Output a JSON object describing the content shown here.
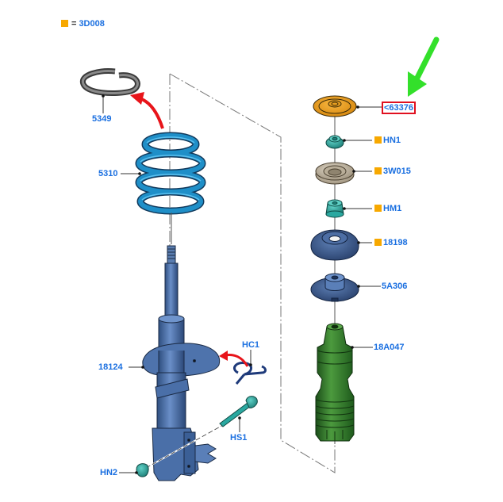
{
  "legend": {
    "symbol": "orange-square",
    "equals": "=",
    "code": "3D008",
    "color": "#f7a800"
  },
  "callouts": [
    {
      "id": "5349",
      "label": "5349",
      "part": "spring-insulator-ring",
      "marked": false
    },
    {
      "id": "5310",
      "label": "5310",
      "part": "coil-spring",
      "marked": false
    },
    {
      "id": "18124",
      "label": "18124",
      "part": "shock-absorber-strut",
      "marked": false
    },
    {
      "id": "HC1",
      "label": "HC1",
      "part": "retaining-clip",
      "marked": false
    },
    {
      "id": "HS1",
      "label": "HS1",
      "part": "bolt",
      "marked": false
    },
    {
      "id": "HN2",
      "label": "HN2",
      "part": "nut",
      "marked": false
    },
    {
      "id": "63376",
      "label": "<63376",
      "part": "top-cap",
      "marked": false,
      "highlighted": true
    },
    {
      "id": "HN1",
      "label": "HN1",
      "part": "flange-nut",
      "marked": true
    },
    {
      "id": "3W015",
      "label": "3W015",
      "part": "bearing-washer",
      "marked": true
    },
    {
      "id": "HM1",
      "label": "HM1",
      "part": "hex-nut",
      "marked": true
    },
    {
      "id": "18198",
      "label": "18198",
      "part": "upper-mount",
      "marked": true
    },
    {
      "id": "5A306",
      "label": "5A306",
      "part": "spring-seat",
      "marked": false
    },
    {
      "id": "18A047",
      "label": "18A047",
      "part": "dust-boot-bump-stop",
      "marked": false
    }
  ],
  "colors": {
    "label": "#1a6fe0",
    "highlight_border": "#e01020",
    "arrow_red": "#e8141a",
    "arrow_green": "#33e02a",
    "spring": "#1f8fc8",
    "strut": "#4a6fa8",
    "cap": "#f0a020",
    "teal": "#2aa8a0",
    "washer": "#c9bfae",
    "boot": "#2f7a2a"
  }
}
